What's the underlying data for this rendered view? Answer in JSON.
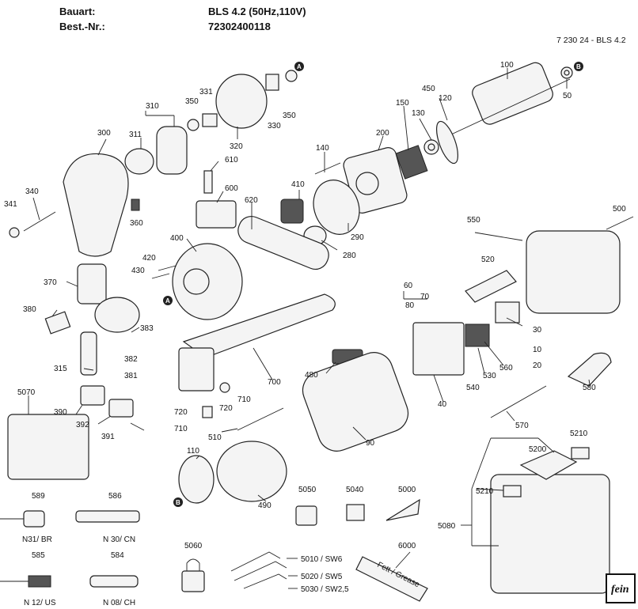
{
  "header": {
    "bauart_label": "Bauart:",
    "bauart_value": "BLS 4.2 (50Hz,110V)",
    "bestnr_label": "Best.-Nr.:",
    "bestnr_value": "72302400118",
    "doc_ref": "7 230 24 - BLS 4.2"
  },
  "logo_text": "fein",
  "markers": {
    "a": "A",
    "b": "B"
  },
  "labels": {
    "p100": "100",
    "p50": "50",
    "p450": "450",
    "p120": "120",
    "p150": "150",
    "p130": "130",
    "p200": "200",
    "p140": "140",
    "p410": "410",
    "p290": "290",
    "p280": "280",
    "p620": "620",
    "p600": "600",
    "p610": "610",
    "p400": "400",
    "p420": "420",
    "p430": "430",
    "p370": "370",
    "p380": "380",
    "p383": "383",
    "p382": "382",
    "p381": "381",
    "p315": "315",
    "p390": "390",
    "p392": "392",
    "p391": "391",
    "p300": "300",
    "p310": "310",
    "p311": "311",
    "p350a": "350",
    "p331": "331",
    "p320": "320",
    "p330": "330",
    "p350b": "350",
    "p340": "340",
    "p341": "341",
    "p360": "360",
    "p550": "550",
    "p500": "500",
    "p520": "520",
    "p60": "60",
    "p70": "70",
    "p80": "80",
    "p30": "30",
    "p10": "10",
    "p20": "20",
    "p560": "560",
    "p530": "530",
    "p540": "540",
    "p580": "580",
    "p40": "40",
    "p480": "480",
    "p700": "700",
    "p710a": "710",
    "p720a": "720",
    "p720b": "720",
    "p710b": "710",
    "p510": "510",
    "p90": "90",
    "p570": "570",
    "p5210a": "5210",
    "p5200": "5200",
    "p5210b": "5210",
    "p5080": "5080",
    "p5070": "5070",
    "p110": "110",
    "p490": "490",
    "p5050": "5050",
    "p5040": "5040",
    "p5000": "5000",
    "p589": "589",
    "p586": "586",
    "p585": "585",
    "p584": "584",
    "p5060": "5060",
    "p6000": "6000",
    "p5010": "5010 / SW6",
    "p5020": "5020 / SW5",
    "p5030": "5030 / SW2,5",
    "n31": "N31/ BR",
    "n30": "N 30/ CN",
    "n12": "N 12/ US",
    "n08": "N 08/ CH"
  },
  "tube_text": "Fett / Grease"
}
